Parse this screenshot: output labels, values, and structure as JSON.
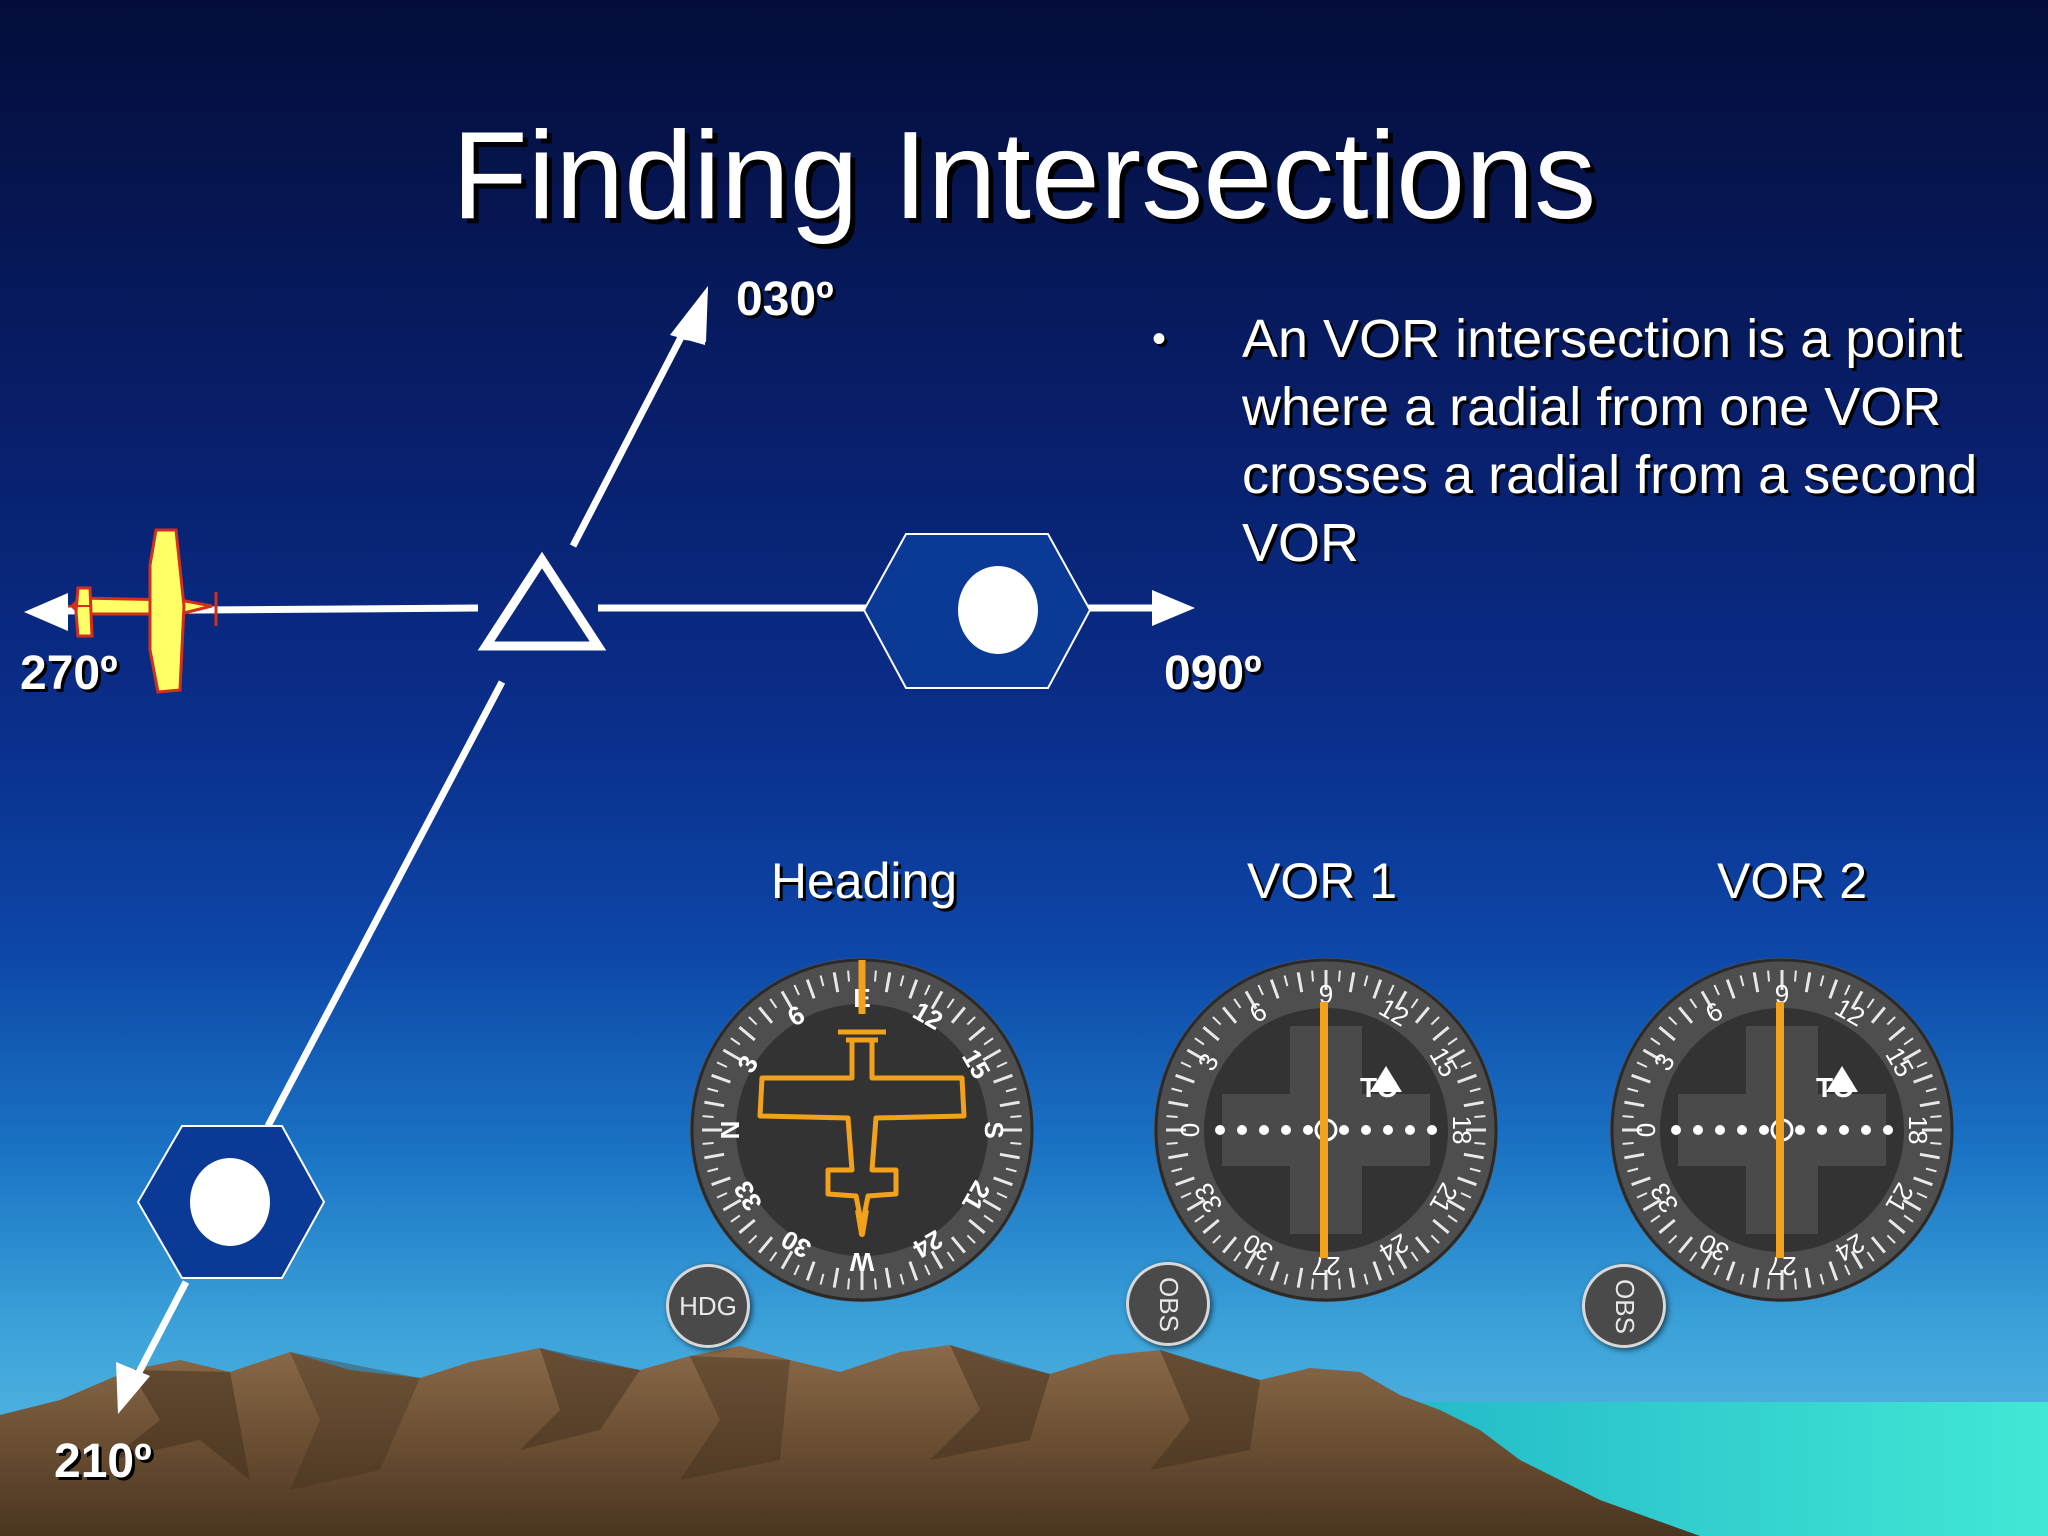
{
  "slide": {
    "title": "Finding Intersections",
    "bullet": "An VOR intersection is a point where a radial from one VOR crosses a radial from a second VOR"
  },
  "radials": {
    "r030": "030º",
    "r090": "090º",
    "r270": "270º",
    "r210": "210º"
  },
  "instruments": {
    "heading": {
      "label": "Heading",
      "knob": "HDG",
      "cardinals": {
        "n": "N",
        "e": "E",
        "s": "S",
        "w": "W"
      },
      "numbers": [
        "3",
        "6",
        "12",
        "15",
        "21",
        "24",
        "30",
        "33"
      ]
    },
    "vor1": {
      "label": "VOR 1",
      "knob": "OBS",
      "flag": "TO",
      "numbers": [
        "0",
        "3",
        "6",
        "9",
        "12",
        "15",
        "18",
        "21",
        "24",
        "27",
        "30",
        "33"
      ]
    },
    "vor2": {
      "label": "VOR 2",
      "knob": "OBS",
      "flag": "TO",
      "numbers": [
        "0",
        "3",
        "6",
        "9",
        "12",
        "15",
        "18",
        "21",
        "24",
        "27",
        "30",
        "33"
      ]
    }
  },
  "colors": {
    "vor_fill": "#0b3a96",
    "needle": "#f2a11c",
    "airplane": "#ffff66",
    "airplane_outline": "#d0301c"
  }
}
